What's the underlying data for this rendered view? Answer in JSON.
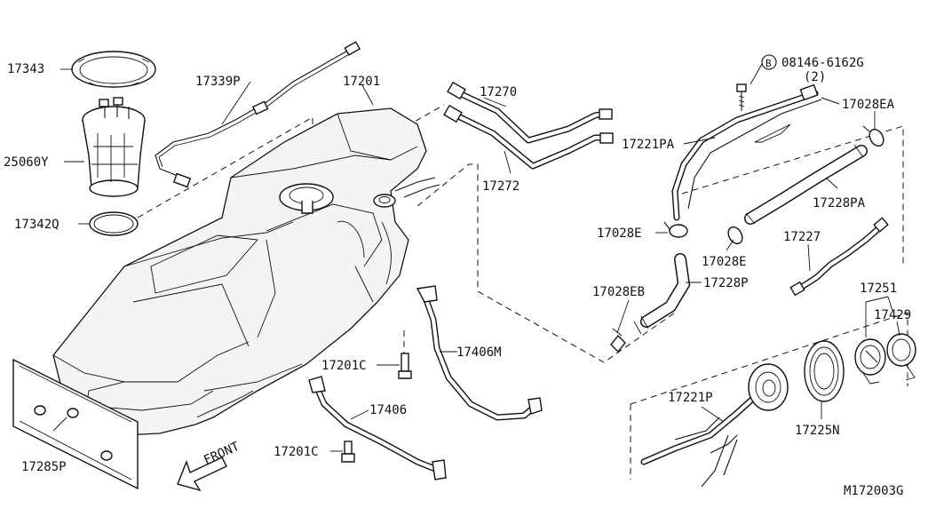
{
  "labels": {
    "p17343": "17343",
    "p17339P": "17339P",
    "p17201": "17201",
    "p17270": "17270",
    "p17272": "17272",
    "p25060Y": "25060Y",
    "p17342Q": "17342Q",
    "bolt_ref": "08146-6162G",
    "bolt_qty": "(2)",
    "bolt_mark": "B",
    "p17028EA": "17028EA",
    "p17221PA": "17221PA",
    "p17228PA": "17228PA",
    "p17028E_a": "17028E",
    "p17028E_b": "17028E",
    "p17227": "17227",
    "p17028EB": "17028EB",
    "p17228P": "17228P",
    "p17251": "17251",
    "p17429": "17429",
    "p17406M": "17406M",
    "p17201C_a": "17201C",
    "p17201C_b": "17201C",
    "p17406": "17406",
    "p17221P": "17221P",
    "p17225N": "17225N",
    "p17285P": "17285P",
    "front": "FRONT",
    "code": "M172003G"
  }
}
